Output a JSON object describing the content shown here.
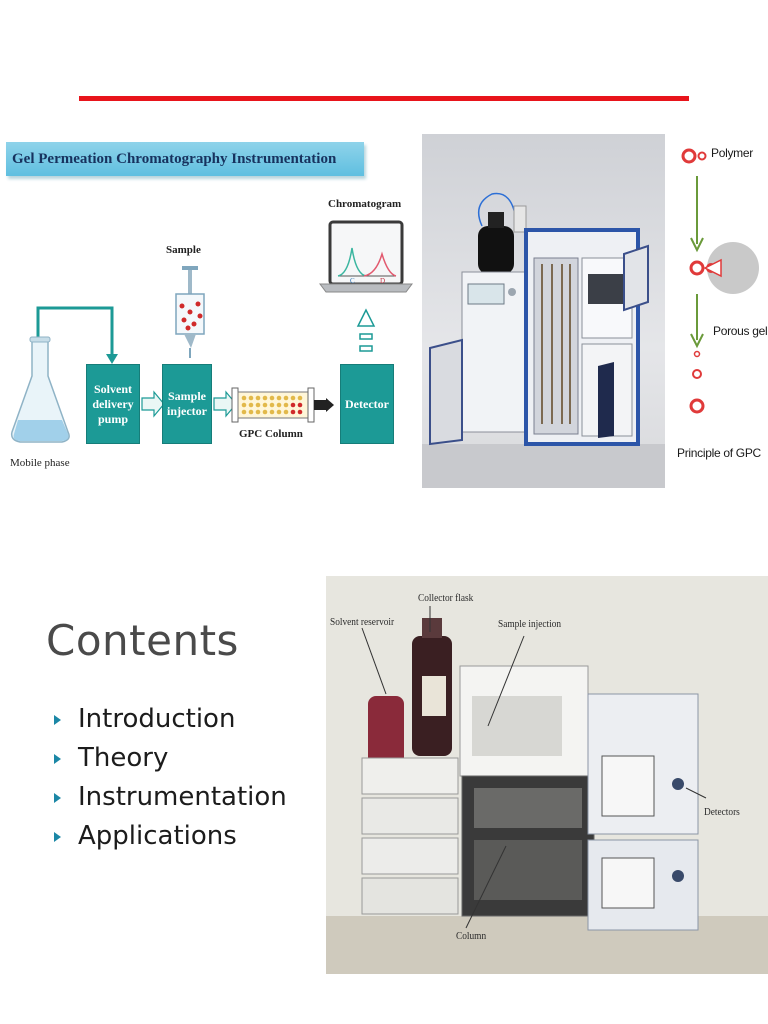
{
  "slide_top": {
    "accent_color": "#e8141b"
  },
  "schematic": {
    "title": "Gel Permeation Chromatography Instrumentation",
    "mobile_phase": "Mobile phase",
    "pump_label": "Solvent delivery pump",
    "sample_label": "Sample",
    "injector_label": "Sample injector",
    "column_label": "GPC Column",
    "detector_label": "Detector",
    "chromatogram_label": "Chromatogram",
    "peak_labels": [
      "C",
      "D"
    ],
    "box_color": "#1c9a96"
  },
  "principle": {
    "polymer": "Polymer",
    "porous_gel": "Porous gel",
    "caption": "Principle of GPC"
  },
  "contents": {
    "title": "Contents",
    "items": [
      "Introduction",
      "Theory",
      "Instrumentation",
      "Applications"
    ],
    "bullet_color": "#1b87a6"
  },
  "lab_photo": {
    "labels": {
      "collector_flask": "Collector flask",
      "solvent_reservoir": "Solvent reservoir",
      "sample_injection": "Sample injection",
      "detectors": "Detectors",
      "column": "Column"
    }
  }
}
